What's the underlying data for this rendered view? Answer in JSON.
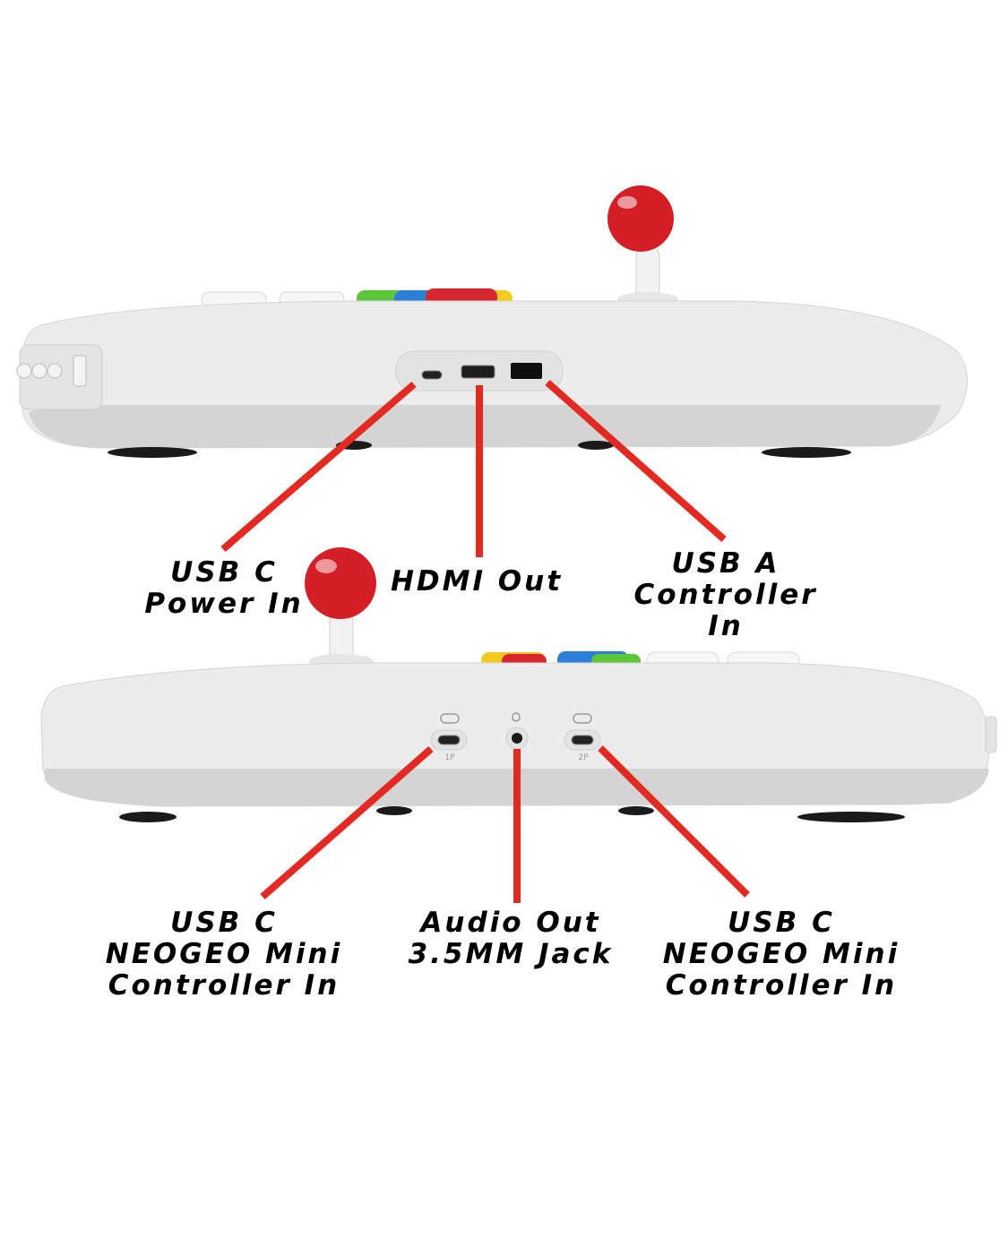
{
  "colors": {
    "pointer": "#e32a22",
    "console_body": "#ececec",
    "console_shadow": "#d4d4d4",
    "joystick_ball": "#d51f26",
    "button_green": "#5cc63a",
    "button_blue": "#2b7fd6",
    "button_yellow": "#f2c91c",
    "button_red": "#d7262d",
    "button_white": "#f7f7f7"
  },
  "labels": {
    "usb_c_power": [
      "USB C",
      "Power In"
    ],
    "hdmi_out": [
      "HDMI Out"
    ],
    "usb_a_controller": [
      "USB A",
      "Controller",
      "In"
    ],
    "usb_c_mini_1p": [
      "USB C",
      "NEOGEO Mini",
      "Controller In"
    ],
    "audio_out": [
      "Audio Out",
      "3.5MM Jack"
    ],
    "usb_c_mini_2p": [
      "USB C",
      "NEOGEO Mini",
      "Controller In"
    ]
  },
  "port_marks": {
    "p1": "1P",
    "p2": "2P"
  }
}
